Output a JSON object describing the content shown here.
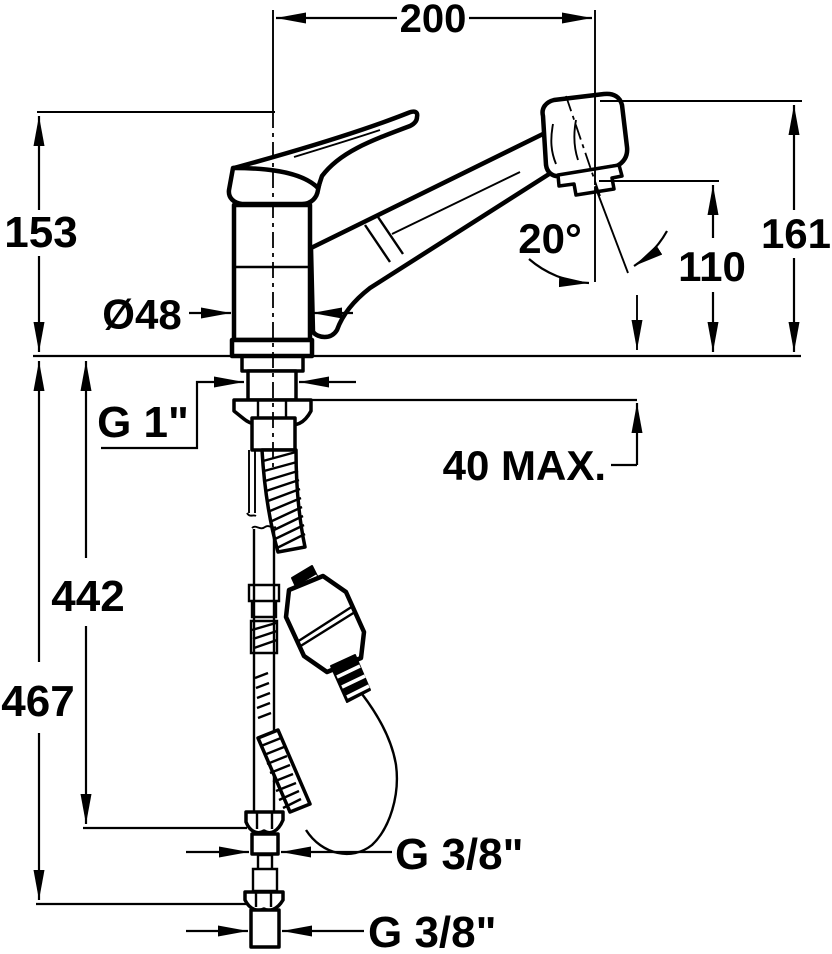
{
  "drawing": {
    "title": "faucet-installation-dimension-drawing",
    "colors": {
      "ink": "#000000",
      "paper": "#ffffff"
    },
    "dimensions": {
      "spout_reach": "200",
      "body_height": "153",
      "spout_top_height": "161",
      "outlet_height": "110",
      "outlet_angle": "20°",
      "body_diameter": "Ø48",
      "shank_thread": "G 1\"",
      "deck_thickness_max": "40 MAX.",
      "hose_length_1": "442",
      "hose_length_2": "467",
      "hose_thread_1": "G 3/8\"",
      "hose_thread_2": "G 3/8\""
    }
  }
}
